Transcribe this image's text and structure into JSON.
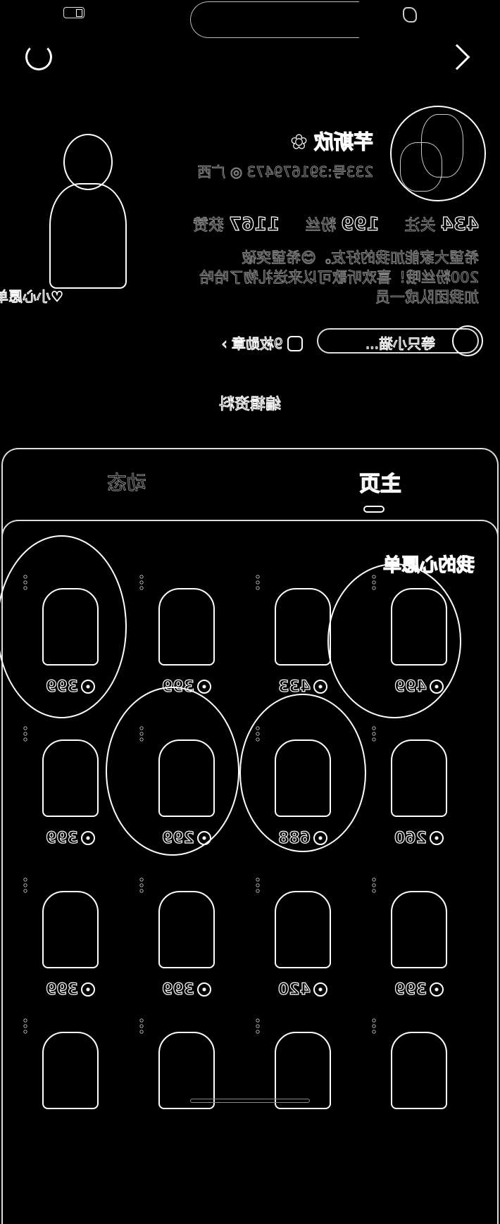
{
  "status_bar": {
    "icons": [
      "battery-icon",
      "sync-icon"
    ]
  },
  "nav": {
    "back_icon": "chevron-left-icon",
    "refresh_icon": "refresh-icon"
  },
  "profile": {
    "name": "芊斯欣",
    "name_icon": "flower-icon",
    "id_line": "233号:391679473",
    "location": "广西",
    "stats": [
      {
        "value": "434",
        "label": "关注"
      },
      {
        "value": "199",
        "label": "粉丝"
      },
      {
        "value": "1167",
        "label": "获赞"
      }
    ],
    "bio": [
      "希望大家能加我的好友。😊希望突破",
      "200粉丝哦！喜欢听歌可以来送礼物了哈哈",
      "加我团队成一员"
    ],
    "team_badge": "等只小猫...",
    "medals": "9枚勋章",
    "poster_caption": "♡小心愿单",
    "edit_button": "编辑资料"
  },
  "tabs": [
    {
      "label": "主页",
      "active": true
    },
    {
      "label": "动态",
      "active": false
    }
  ],
  "wishlist": {
    "title": "我的心愿单",
    "rows": [
      [
        "499",
        "433",
        "399",
        "399"
      ],
      [
        "260",
        "688",
        "299",
        "399"
      ],
      [
        "399",
        "420",
        "399",
        "399"
      ],
      [
        "",
        "",
        "",
        ""
      ]
    ]
  }
}
